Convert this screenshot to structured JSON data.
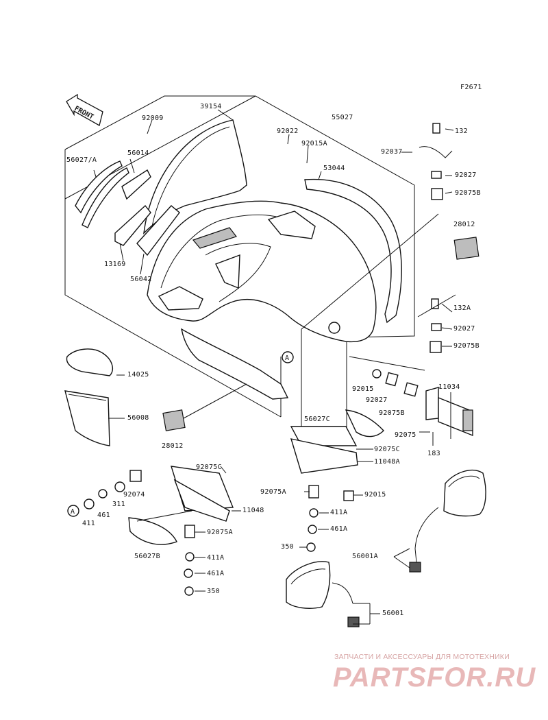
{
  "diagram": {
    "code": "F2671",
    "front_tag": "FRONT",
    "callout_marker": "A",
    "labels": {
      "p39154": "39154",
      "p55027": "55027",
      "p92009": "92009",
      "p92022": "92022",
      "p92015a": "92015A",
      "p132": "132",
      "p56027a": "56027/A",
      "p56014": "56014",
      "p53044": "53044",
      "p92037": "92037",
      "p92027_top": "92027",
      "p92075b_top": "92075B",
      "p28012_right": "28012",
      "p13169": "13169",
      "p56042": "56042",
      "p132a": "132A",
      "p92027_mid": "92027",
      "p92075b_mid": "92075B",
      "p14025": "14025",
      "p56008": "56008",
      "p28012_left": "28012",
      "p92015_mid": "92015",
      "p92027_mid2": "92027",
      "p92075b_mid2": "92075B",
      "p11034": "11034",
      "p92075": "92075",
      "p183": "183",
      "p56027c": "56027C",
      "p92075c_right": "92075C",
      "p11048a": "11048A",
      "p92075c_left": "92075C",
      "p92074": "92074",
      "p311": "311",
      "p461_left": "461",
      "p411_left": "411",
      "p11048": "11048",
      "p92075a_right": "92075A",
      "p92015_right": "92015",
      "p411a_right": "411A",
      "p461a_right": "461A",
      "p350_right": "350",
      "p56027b": "56027B",
      "p92075a_left": "92075A",
      "p411a_left": "411A",
      "p461a_left": "461A",
      "p350_left": "350",
      "p56001a": "56001A",
      "p56001": "56001"
    }
  },
  "watermark": {
    "line1": "ЗАПЧАСТИ И АКСЕССУАРЫ ДЛЯ МОТОТЕХНИКИ",
    "line2": "PARTSFOR.RU"
  }
}
